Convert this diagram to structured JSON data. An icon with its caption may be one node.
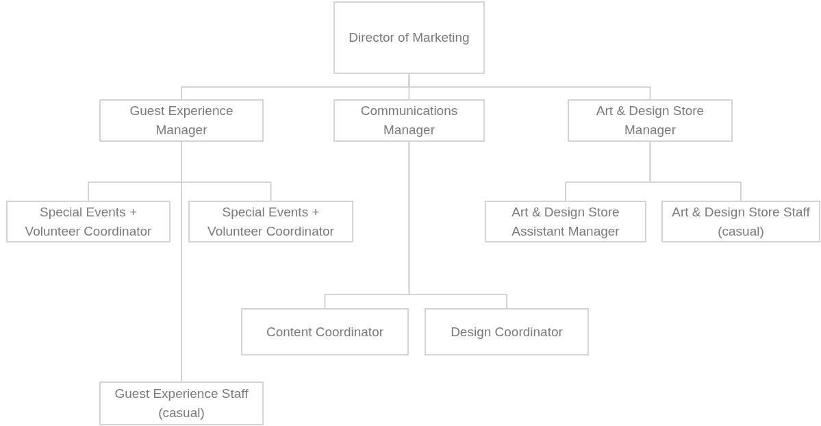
{
  "diagram": {
    "nodes": [
      {
        "text": [
          "Director of Marketing"
        ]
      },
      {
        "text": [
          "Guest Experience Manager"
        ]
      },
      {
        "text": [
          "Communications Manager"
        ]
      },
      {
        "text": [
          "Art & Design Store Manager"
        ]
      },
      {
        "text": [
          "Special Events + Volunteer Coordinator"
        ]
      },
      {
        "text": [
          "Special Events + Volunteer Coordinator"
        ]
      },
      {
        "text": [
          "Art & Design Store Assistant Manager"
        ]
      },
      {
        "text": [
          "Art & Design Store Staff (casual)"
        ]
      },
      {
        "text": [
          "Content Coordinator"
        ]
      },
      {
        "text": [
          "Design Coordinator"
        ]
      },
      {
        "text": [
          "Guest Experience Staff (casual)"
        ]
      }
    ],
    "edges": [
      {
        "from": 0,
        "to": 1,
        "arrow": "none"
      },
      {
        "from": 0,
        "to": 2,
        "arrow": "none"
      },
      {
        "from": 0,
        "to": 3,
        "arrow": "none"
      },
      {
        "from": 1,
        "to": 4,
        "arrow": "none"
      },
      {
        "from": 1,
        "to": 5,
        "arrow": "none"
      },
      {
        "from": 1,
        "to": 10,
        "arrow": "none"
      },
      {
        "from": 2,
        "to": 8,
        "arrow": "none"
      },
      {
        "from": 2,
        "to": 9,
        "arrow": "none"
      },
      {
        "from": 3,
        "to": 6,
        "arrow": "none"
      },
      {
        "from": 3,
        "to": 7,
        "arrow": "none"
      }
    ]
  }
}
